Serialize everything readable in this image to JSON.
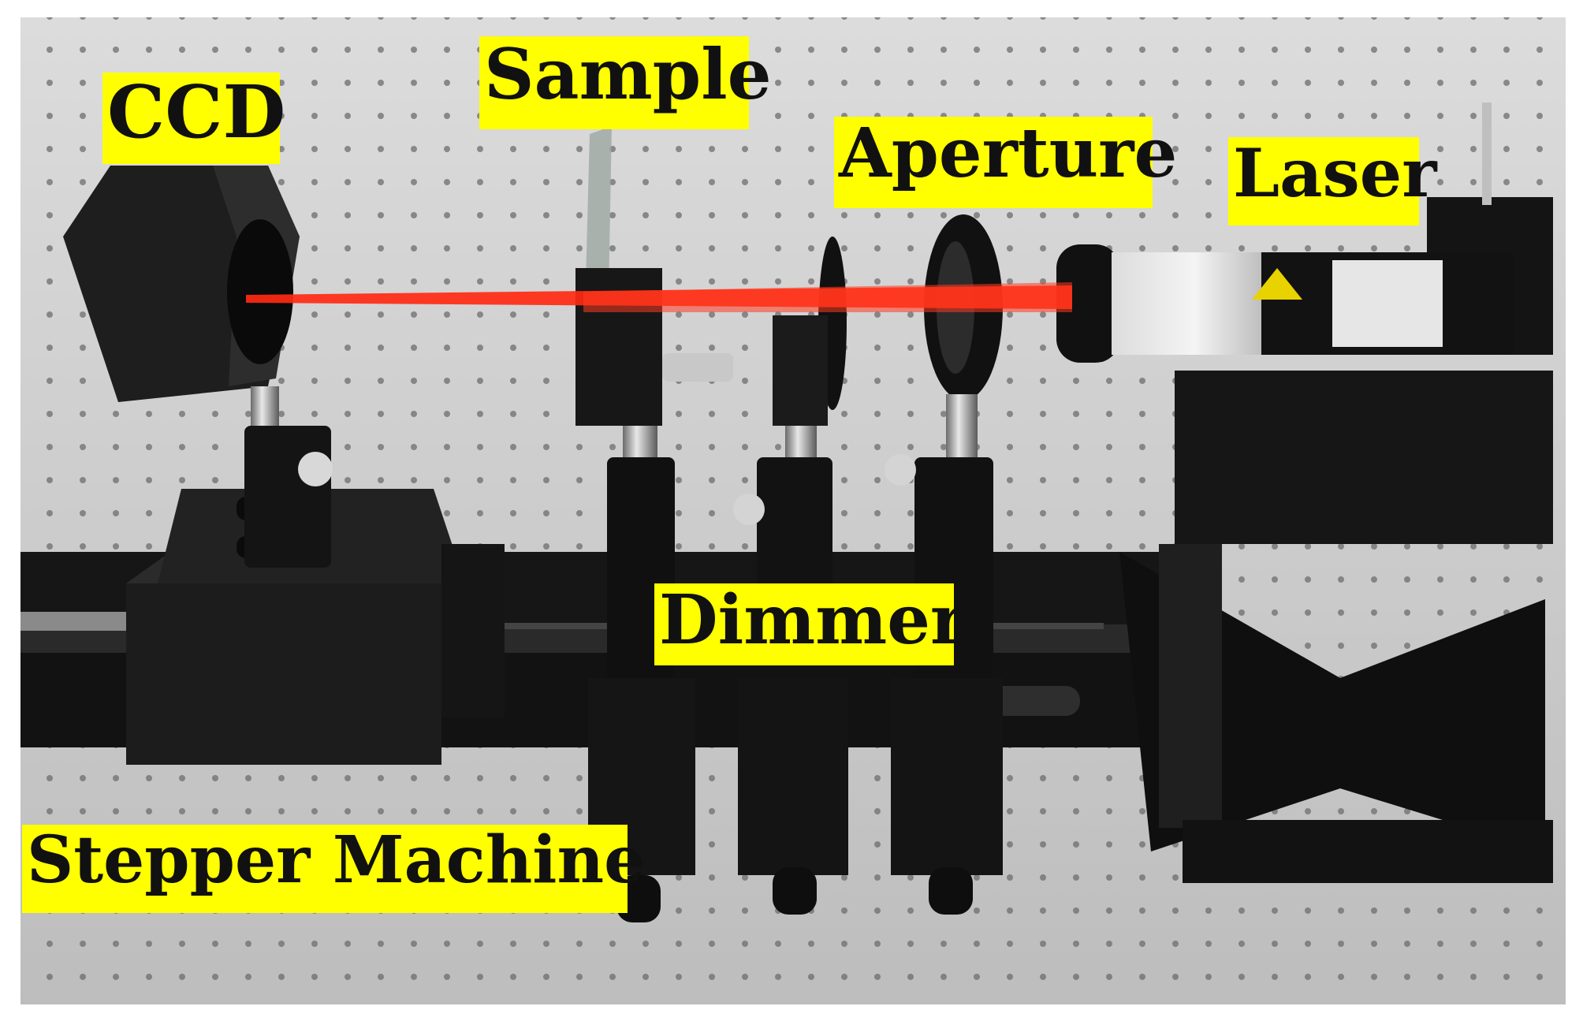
{
  "image": {
    "colors": {
      "table": "#c9c9c9",
      "table_light": "#dadada",
      "equipment": "#1a1a1a",
      "beam": "#ff2a14",
      "label_bg": "#ffff00",
      "label_text": "#111111"
    },
    "labels": {
      "ccd": "CCD",
      "sample": "Sample",
      "aperture": "Aperture",
      "laser": "Laser",
      "dimmer": "Dimmer",
      "stepper": "Stepper Machine"
    }
  }
}
